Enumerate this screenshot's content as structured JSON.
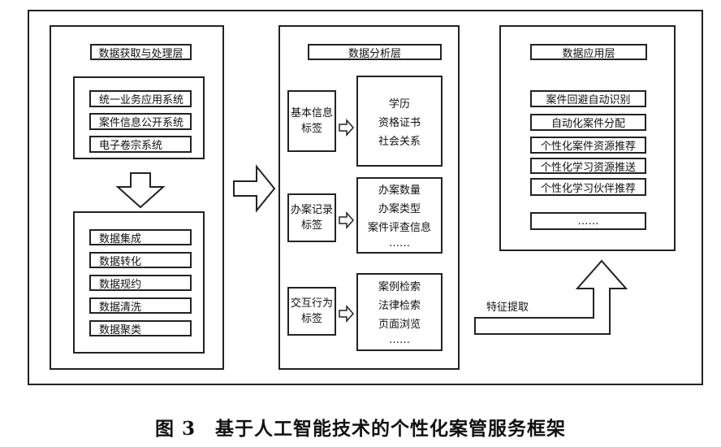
{
  "acquisition_layer": {
    "title": "数据获取与处理层",
    "systems": [
      "统一业务应用系统",
      "案件信息公开系统",
      "电子卷宗系统"
    ],
    "processing": [
      "数据集成",
      "数据转化",
      "数据规约",
      "数据清洗",
      "数据聚类"
    ]
  },
  "analysis_layer": {
    "title": "数据分析层",
    "groups": [
      {
        "tag_lines": [
          "基本信息",
          "标签"
        ],
        "attributes": [
          "学历",
          "资格证书",
          "社会关系"
        ]
      },
      {
        "tag_lines": [
          "办案记录",
          "标签"
        ],
        "attributes": [
          "办案数量",
          "办案类型",
          "案件评查信息",
          "……"
        ]
      },
      {
        "tag_lines": [
          "交互行为",
          "标签"
        ],
        "attributes": [
          "案例检索",
          "法律检索",
          "页面浏览",
          "……"
        ]
      }
    ]
  },
  "application_layer": {
    "title": "数据应用层",
    "items": [
      "案件回避自动识别",
      "自动化案件分配",
      "个性化案件资源推荐",
      "个性化学习资源推送",
      "个性化学习伙伴推荐",
      "……"
    ]
  },
  "feature_extraction_label": "特征提取",
  "caption": "图 3　基于人工智能技术的个性化案管服务框架"
}
